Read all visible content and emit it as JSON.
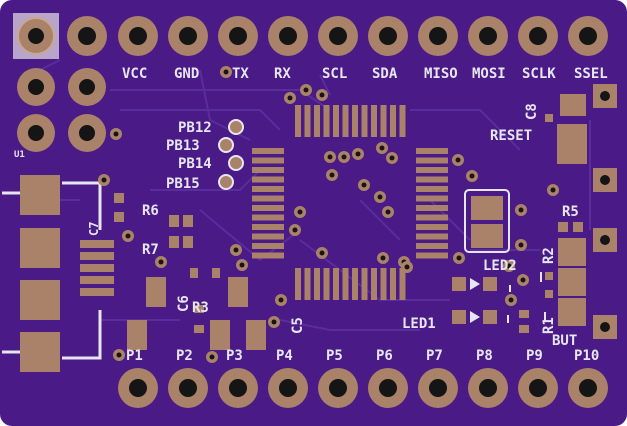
{
  "board": {
    "colors": {
      "substrate": "#4a1a86",
      "trace": "#5b2ca0",
      "silk": "#e6e6f0",
      "copper": "#b08a70",
      "pad": "#a98269",
      "drill": "#1a1a1a"
    },
    "top_labels": [
      "VCC",
      "GND",
      "TX",
      "RX",
      "SCL",
      "SDA",
      "MISO",
      "MOSI",
      "SCLK",
      "SSEL"
    ],
    "bottom_labels": [
      "P1",
      "P2",
      "P3",
      "P4",
      "P5",
      "P6",
      "P7",
      "P8",
      "P9",
      "P10"
    ],
    "side_labels": [
      "PB12",
      "PB13",
      "PB14",
      "PB15"
    ],
    "component_labels": {
      "u1": "U1",
      "c7": "C7",
      "r6": "R6",
      "r7": "R7",
      "c6": "C6",
      "r3": "R3",
      "c5": "C5",
      "c8": "C8",
      "reset": "RESET",
      "r5": "R5",
      "r2": "R2",
      "led2": "LED2",
      "led1": "LED1",
      "r1": "R1",
      "but": "BUT"
    }
  }
}
